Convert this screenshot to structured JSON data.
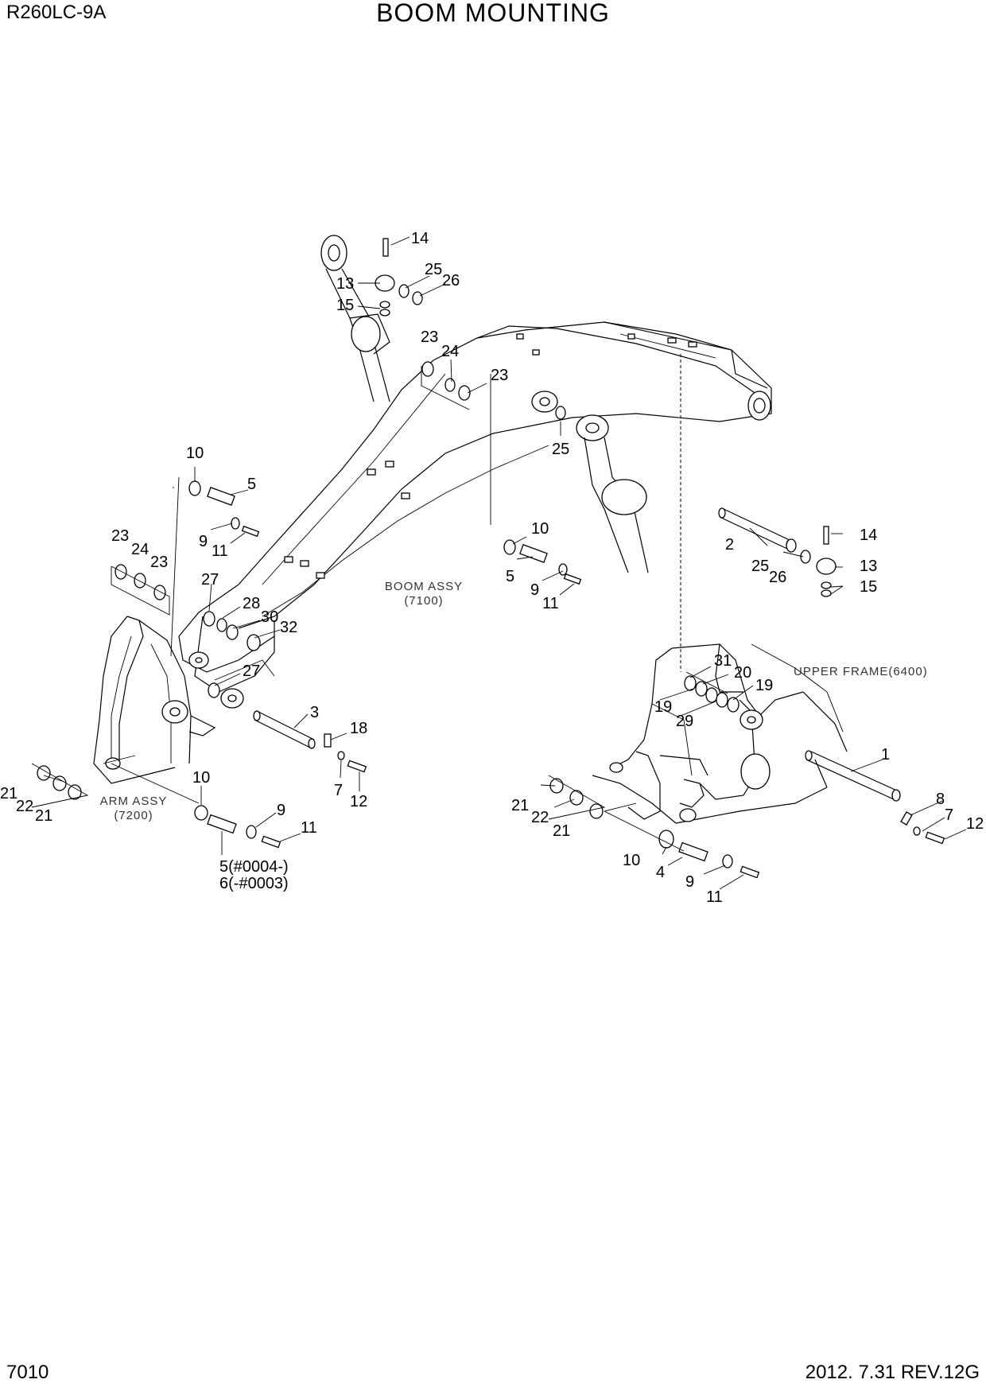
{
  "header": {
    "model": "R260LC-9A",
    "title": "BOOM MOUNTING"
  },
  "footer": {
    "page_number": "7010",
    "revision": "2012. 7.31  REV.12G"
  },
  "assembly_refs": {
    "boom": {
      "name": "BOOM ASSY",
      "code": "(7100)"
    },
    "arm": {
      "name": "ARM ASSY",
      "code": "(7200)"
    },
    "upper_frame": "UPPER FRAME(6400)"
  },
  "callouts": [
    "14",
    "25",
    "26",
    "13",
    "15",
    "23",
    "24",
    "23",
    "25",
    "10",
    "5",
    "9",
    "11",
    "23",
    "24",
    "23",
    "27",
    "28",
    "30",
    "32",
    "27",
    "10",
    "5",
    "9",
    "11",
    "2",
    "14",
    "25",
    "26",
    "13",
    "15",
    "3",
    "18",
    "7",
    "12",
    "21",
    "22",
    "21",
    "10",
    "9",
    "11",
    "5(#0004-)",
    "6(-#0003)",
    "31",
    "20",
    "19",
    "19",
    "29",
    "1",
    "8",
    "7",
    "12",
    "21",
    "22",
    "21",
    "10",
    "4",
    "9",
    "11"
  ]
}
